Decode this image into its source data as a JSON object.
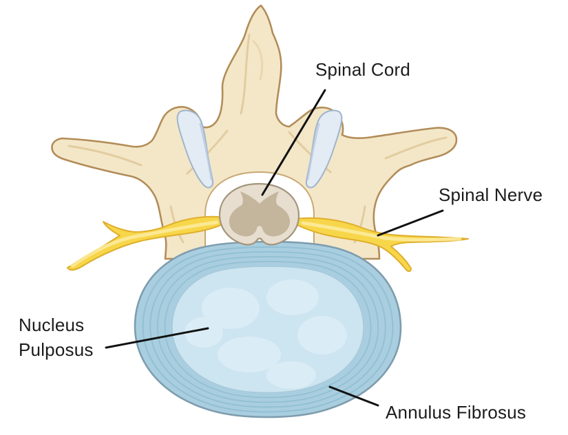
{
  "labels": {
    "spinal_cord": "Spinal Cord",
    "spinal_nerve": "Spinal Nerve",
    "nucleus_line1": "Nucleus",
    "nucleus_line2": "Pulposus",
    "annulus_fibrosus": "Annulus Fibrosus"
  },
  "colors": {
    "background": "#ffffff",
    "label_text": "#1c1c1c",
    "leader_line": "#111111",
    "bone_fill": "#f3e7c8",
    "bone_outline": "#b28c58",
    "bone_shading": "#dcc08e",
    "foramen_edge": "#c9a873",
    "cartilage_fill": "#e3ebf5",
    "cartilage_shade": "#b9c9de",
    "cartilage_outline": "#9fb4cb",
    "nerve_fill": "#f7d64a",
    "nerve_outline": "#dfae2b",
    "nerve_highlight": "#fdeea6",
    "cord_fill": "#e7decf",
    "cord_outline": "#a3947b",
    "cord_gray_matter": "#c2b29a",
    "annulus_fill": "#a9cedf",
    "annulus_outline": "#7e9dae",
    "annulus_rings": "#8fbed3",
    "nucleus_fill": "#cde5f0",
    "nucleus_edge": "#a7cadc",
    "nucleus_highlight": "#ddeef7"
  }
}
